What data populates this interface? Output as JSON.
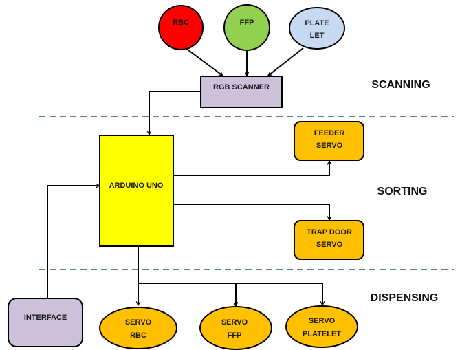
{
  "colors": {
    "rbc": "#ff0000",
    "ffp": "#92d050",
    "platelet": "#c6d9f1",
    "scanner": "#ccc0da",
    "arduino": "#ffff00",
    "servo": "#ffc000",
    "interface": "#ccc0da",
    "divider": "#5b7ca8"
  },
  "sections": {
    "scanning": "SCANNING",
    "sorting": "SORTING",
    "dispensing": "DISPENSING"
  },
  "nodes": {
    "rbc": {
      "line1": "RBC"
    },
    "ffp": {
      "line1": "FFP"
    },
    "platelet": {
      "line1": "PLATE",
      "line2": "LET"
    },
    "scanner": {
      "line1": "RGB SCANNER"
    },
    "arduino": {
      "line1": "ARDUINO UNO"
    },
    "feeder": {
      "line1": "FEEDER",
      "line2": "SERVO"
    },
    "trapdoor": {
      "line1": "TRAP DOOR",
      "line2": "SERVO"
    },
    "interface": {
      "line1": "INTERFACE"
    },
    "servo_rbc": {
      "line1": "SERVO",
      "line2": "RBC"
    },
    "servo_ffp": {
      "line1": "SERVO",
      "line2": "FFP"
    },
    "servo_platelet": {
      "line1": "SERVO",
      "line2": "PLATELET"
    }
  },
  "edges": [
    {
      "from": "rbc",
      "to": "scanner"
    },
    {
      "from": "ffp",
      "to": "scanner"
    },
    {
      "from": "platelet",
      "to": "scanner"
    },
    {
      "from": "scanner",
      "to": "arduino"
    },
    {
      "from": "interface",
      "to": "arduino"
    },
    {
      "from": "arduino",
      "to": "feeder"
    },
    {
      "from": "arduino",
      "to": "trapdoor"
    },
    {
      "from": "arduino",
      "to": "servo_rbc"
    },
    {
      "from": "arduino",
      "to": "servo_ffp"
    },
    {
      "from": "arduino",
      "to": "servo_platelet"
    }
  ]
}
